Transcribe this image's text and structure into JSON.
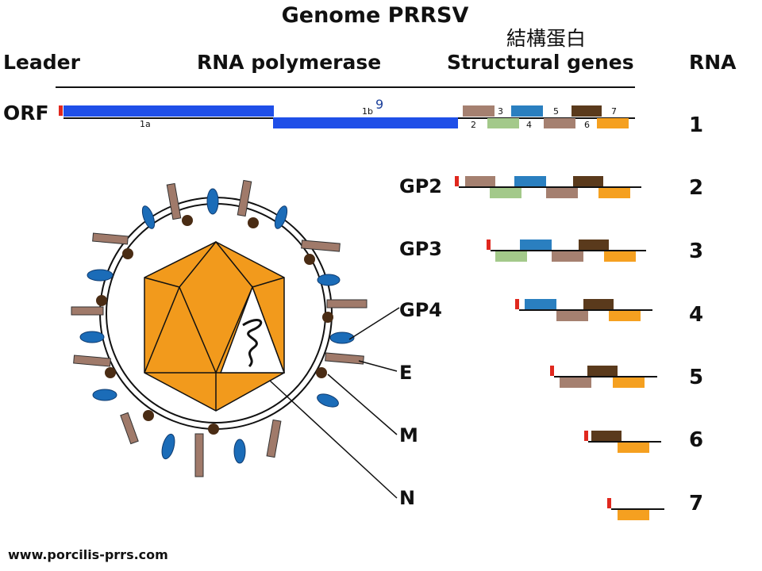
{
  "title": "Genome PRRSV",
  "subtitle_cjk": "結構蛋白",
  "headers": {
    "leader": "Leader",
    "polymerase": "RNA polymerase",
    "structural": "Structural genes",
    "rna": "RNA"
  },
  "orf_label": "ORF",
  "orf_labels": {
    "la": "1a",
    "lb": "1b",
    "superscript": "9"
  },
  "orf_gene_numbers": [
    "2",
    "3",
    "4",
    "5",
    "6",
    "7"
  ],
  "rna_numbers": [
    "1",
    "2",
    "3",
    "4",
    "5",
    "6",
    "7"
  ],
  "gp_labels": [
    "GP2",
    "GP3",
    "GP4"
  ],
  "virion_labels": [
    "E",
    "M",
    "N"
  ],
  "footer": "www.porcilis-prrs.com",
  "colors": {
    "blue": "#1f4fe8",
    "leader_red": "#e0281e",
    "gene2_green": "#a3c98a",
    "gene3_tan": "#a58070",
    "gene3_teal": "#2a7fc0",
    "gene5_brown": "#5a3a1c",
    "gene6_orange": "#f5a020",
    "capsid_orange": "#f29a1c",
    "membrane_protein": "#a07a6a",
    "spike_blue": "#1b6cb8",
    "dot_brown": "#4a2c14"
  }
}
